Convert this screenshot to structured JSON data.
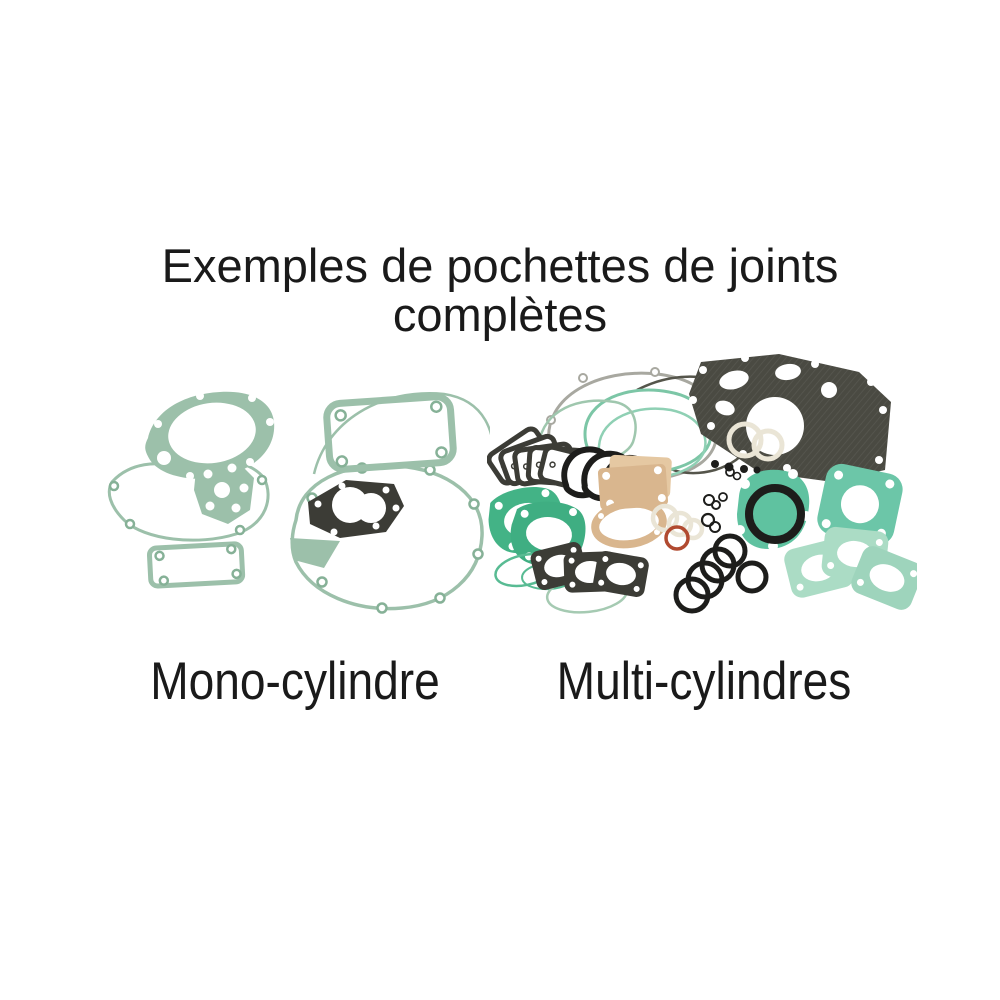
{
  "title": {
    "line1": "Exemples de pochettes de joints",
    "line2": "complètes"
  },
  "figures": {
    "left": {
      "caption": "Mono-cylindre",
      "illustration": "mono-cylinder-gasket-kit-photo"
    },
    "right": {
      "caption": "Multi-cylindres",
      "illustration": "multi-cylinder-gasket-kit-photo"
    }
  },
  "colors": {
    "sage_green": "#9cc0aa",
    "sage_stroke": "#86b197",
    "bright_green": "#43b386",
    "seafoam_green": "#abdcc5",
    "teal_green": "#6cc6a8",
    "head_teal": "#5fc2a0",
    "charcoal": "#4a4a42",
    "dark_gasket": "#3c3c36",
    "black_rubber": "#1d1d1b",
    "tan": "#d9b68e",
    "tan_light": "#e5c8a2",
    "red_oring": "#b14a30",
    "cream": "#eae5d6",
    "gray_outline": "#a8a8a0",
    "text": "#1a1a1a",
    "background": "#ffffff"
  }
}
